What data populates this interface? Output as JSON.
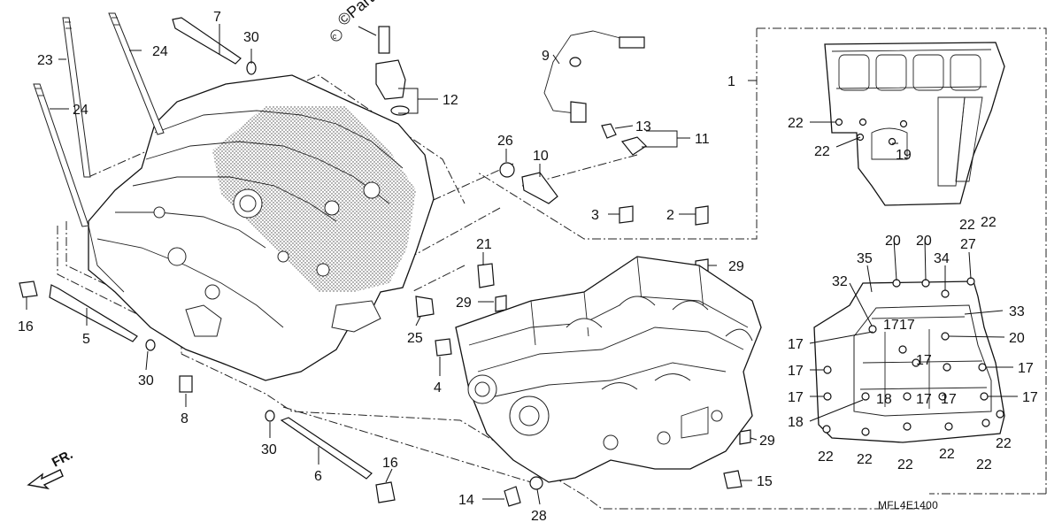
{
  "watermark": "©Partz",
  "diagram_code": "MFL4E1400",
  "front_label": "FR.",
  "callouts": [
    "1",
    "2",
    "3",
    "4",
    "5",
    "6",
    "7",
    "8",
    "9",
    "10",
    "11",
    "12",
    "13",
    "14",
    "15",
    "16",
    "16",
    "17",
    "17",
    "17",
    "17",
    "17",
    "17",
    "17",
    "17",
    "17",
    "17",
    "18",
    "18",
    "19",
    "20",
    "20",
    "20",
    "21",
    "22",
    "22",
    "22",
    "22",
    "22",
    "22",
    "22",
    "22",
    "22",
    "22",
    "23",
    "24",
    "24",
    "25",
    "26",
    "27",
    "28",
    "29",
    "29",
    "29",
    "30",
    "30",
    "30",
    "32",
    "33",
    "34",
    "35"
  ]
}
